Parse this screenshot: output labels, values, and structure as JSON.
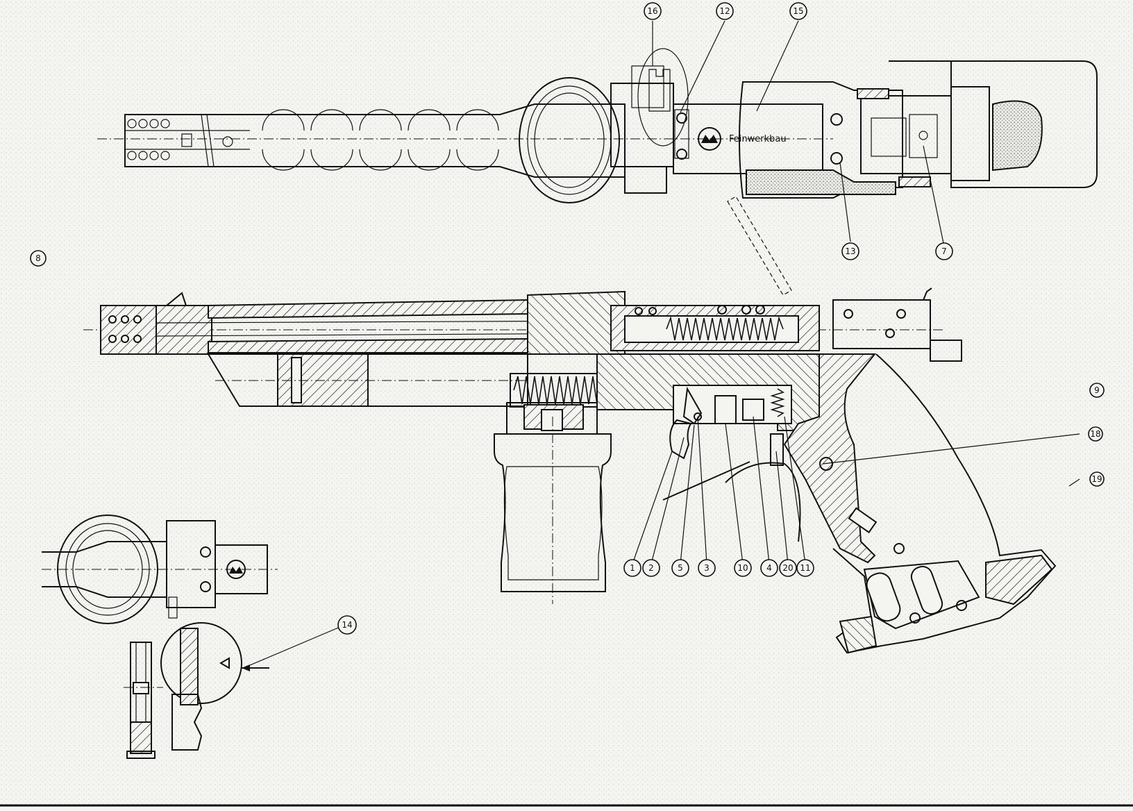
{
  "brand_text": "Feinwerkbau",
  "callouts": [
    {
      "id": "c16",
      "label": "16"
    },
    {
      "id": "c12",
      "label": "12"
    },
    {
      "id": "c15",
      "label": "15"
    },
    {
      "id": "c13",
      "label": "13"
    },
    {
      "id": "c7",
      "label": "7"
    },
    {
      "id": "c8",
      "label": "8"
    },
    {
      "id": "c9",
      "label": "9"
    },
    {
      "id": "c18",
      "label": "18"
    },
    {
      "id": "c19",
      "label": "19"
    },
    {
      "id": "c1",
      "label": "1"
    },
    {
      "id": "c2",
      "label": "2"
    },
    {
      "id": "c5",
      "label": "5"
    },
    {
      "id": "c3",
      "label": "3"
    },
    {
      "id": "c10",
      "label": "10"
    },
    {
      "id": "c4",
      "label": "4"
    },
    {
      "id": "c20",
      "label": "20"
    },
    {
      "id": "c11",
      "label": "11"
    },
    {
      "id": "c14",
      "label": "14"
    }
  ],
  "colors": {
    "ink": "#111111",
    "paper": "#f4f4f1"
  }
}
